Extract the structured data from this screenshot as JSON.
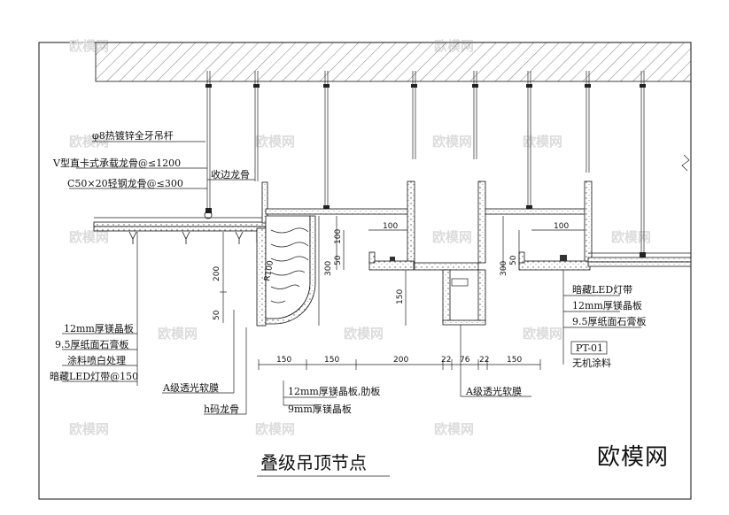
{
  "title": "叠级吊顶节点",
  "brand": "欧模网",
  "watermark": "欧模网",
  "labels": {
    "rod": "φ8热镀锌全牙吊杆",
    "main_keel": "V型直卡式承载龙骨@≤1200",
    "light_keel": "C50×20轻钢龙骨@≤300",
    "edge_keel": "收边龙骨",
    "left_1": "12mm厚镁晶板",
    "left_2": "9.5厚纸面石膏板",
    "left_3": "涂料喷白处理",
    "left_4": "暗藏LED灯带@150",
    "film_1": "A级透光软膜",
    "h_keel": "h码龙骨",
    "mid_1": "12mm厚镁晶板,肋板",
    "mid_2": "9mm厚镁晶板",
    "film_2": "A级透光软膜",
    "right_1": "暗藏LED灯带",
    "right_2": "12mm厚镁晶板",
    "right_3": "9.5厚纸面石膏板",
    "pt_tag": "PT-01",
    "right_4": "无机涂料",
    "radius": "R100"
  },
  "dims": {
    "d200": "200",
    "d50a": "50",
    "d300a": "300",
    "d100a": "100",
    "d50b": "50",
    "d100b": "100",
    "d150a": "150",
    "d300b": "300",
    "d50c": "50",
    "d100c": "100",
    "b150a": "150",
    "b150b": "150",
    "b200": "200",
    "b22a": "22",
    "b76": "76",
    "b22b": "22",
    "b150c": "150"
  },
  "colors": {
    "ink": "#111111",
    "watermark": "#dcdcdc"
  }
}
